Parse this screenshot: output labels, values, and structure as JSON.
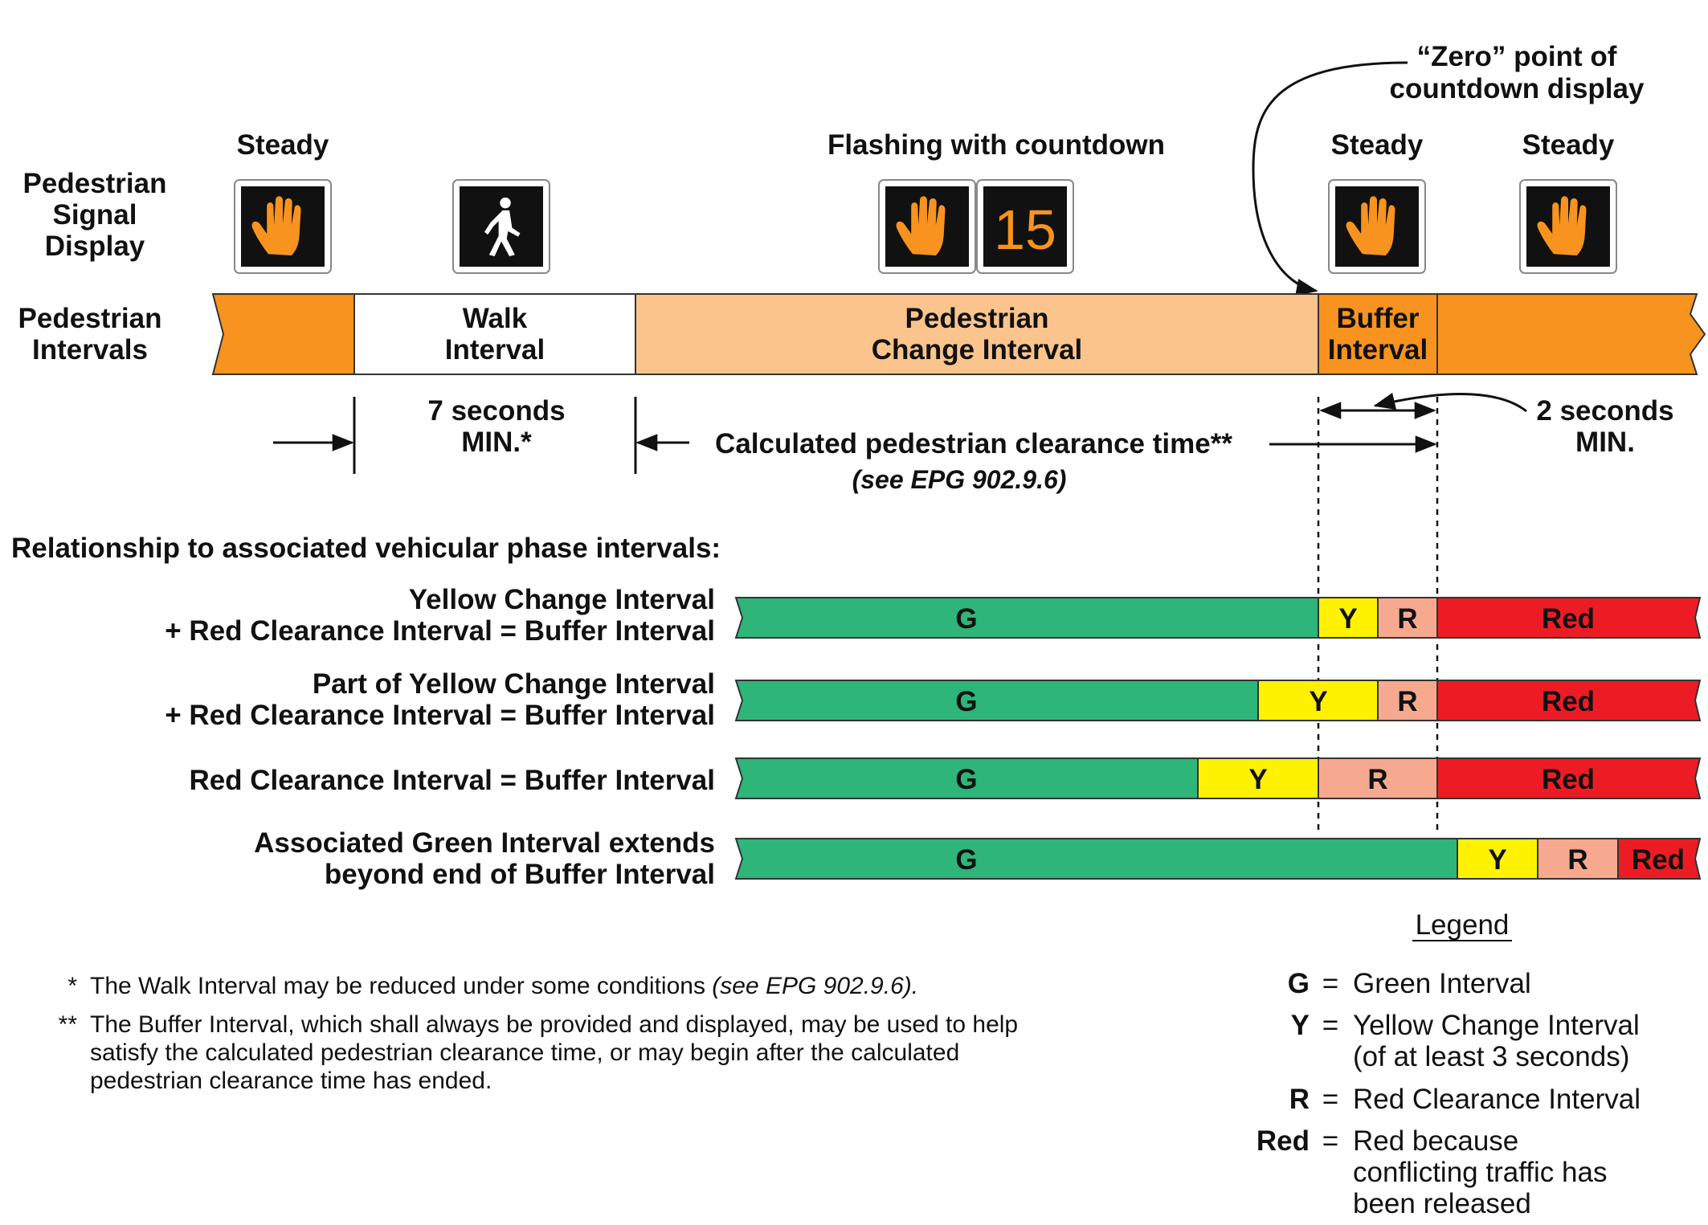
{
  "colors": {
    "orange": "#f7931e",
    "light_orange": "#fbc48c",
    "green": "#2db57a",
    "yellow": "#fff200",
    "salmon": "#f6a98f",
    "red": "#ed1c24",
    "signal_bg": "#111111"
  },
  "signal_display": {
    "row_label_1": "Pedestrian",
    "row_label_2": "Signal",
    "row_label_3": "Display",
    "steady_1": "Steady",
    "flashing": "Flashing with countdown",
    "countdown_value": "15",
    "steady_2": "Steady",
    "steady_3": "Steady",
    "zero_point_1": "“Zero” point of",
    "zero_point_2": "countdown display",
    "icons": [
      "hand-icon",
      "walking-person-icon",
      "hand-icon",
      "countdown-icon",
      "hand-icon",
      "hand-icon"
    ]
  },
  "intervals": {
    "row_label_1": "Pedestrian",
    "row_label_2": "Intervals",
    "walk_1": "Walk",
    "walk_2": "Interval",
    "change_1": "Pedestrian",
    "change_2": "Change Interval",
    "buffer_1": "Buffer",
    "buffer_2": "Interval"
  },
  "timing": {
    "walk_min_1": "7 seconds",
    "walk_min_2": "MIN.*",
    "clearance": "Calculated pedestrian clearance time**",
    "clearance_ref": "(see EPG 902.9.6)",
    "buffer_min_1": "2 seconds",
    "buffer_min_2": "MIN."
  },
  "relationship": {
    "heading": "Relationship to associated vehicular phase intervals:",
    "rows": [
      {
        "label_1": "Yellow Change Interval",
        "label_2": "+ Red Clearance Interval = Buffer Interval",
        "segments": [
          "G",
          "Y",
          "R",
          "Red"
        ]
      },
      {
        "label_1": "Part of Yellow Change Interval",
        "label_2": "+ Red Clearance Interval = Buffer Interval",
        "segments": [
          "G",
          "Y",
          "R",
          "Red"
        ]
      },
      {
        "label_1": "Red Clearance Interval = Buffer Interval",
        "segments": [
          "G",
          "Y",
          "R",
          "Red"
        ]
      },
      {
        "label_1": "Associated Green Interval extends",
        "label_2": "beyond end of Buffer Interval",
        "segments": [
          "G",
          "Y",
          "R",
          "Red"
        ]
      }
    ]
  },
  "legend": {
    "title": "Legend",
    "g_key": "G",
    "g_val": "Green Interval",
    "y_key": "Y",
    "y_val_1": "Yellow Change Interval",
    "y_val_2": "(of at least 3 seconds)",
    "r_key": "R",
    "r_val": "Red Clearance Interval",
    "red_key": "Red",
    "red_val_1": "Red because",
    "red_val_2": "conflicting traffic has",
    "red_val_3": "been released",
    "eq": "="
  },
  "footnotes": {
    "f1_mark": "*",
    "f1_text": "The Walk Interval may be reduced under some conditions ",
    "f1_ref": "(see EPG 902.9.6).",
    "f2_mark": "**",
    "f2_line_1": "The Buffer Interval, which shall always be provided and displayed, may be used to help",
    "f2_line_2": "satisfy the calculated pedestrian clearance time, or may begin after the calculated",
    "f2_line_3": "pedestrian clearance time has ended."
  }
}
